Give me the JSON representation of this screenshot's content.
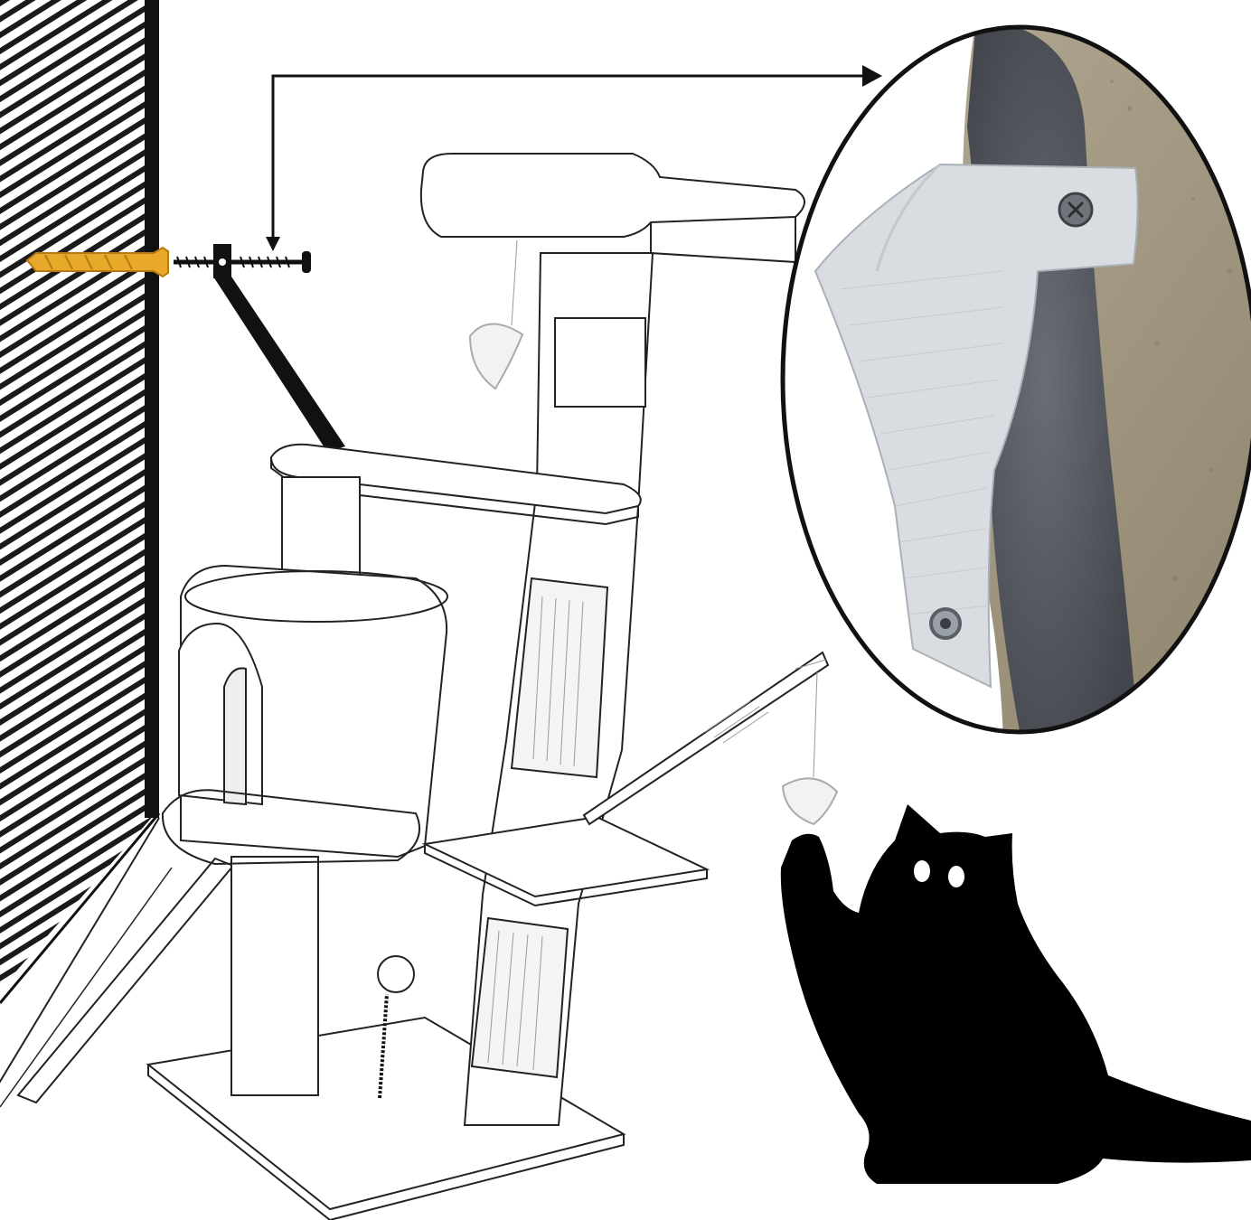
{
  "diagram": {
    "parts": [
      {
        "id": "wall",
        "icon": "striped-wall"
      },
      {
        "id": "wall-plug",
        "icon": "yellow-anchor-icon"
      },
      {
        "id": "screw",
        "icon": "screw-icon"
      },
      {
        "id": "wall-bracket-strap",
        "icon": "strap-icon"
      },
      {
        "id": "cat-tree",
        "icon": "cat-tree-outline"
      },
      {
        "id": "detail-callout",
        "icon": "magnified-strap-photo"
      },
      {
        "id": "cat-silhouette",
        "icon": "cat-icon"
      }
    ],
    "colors": {
      "outline": "#222222",
      "wall_stripe": "#1a1a1a",
      "anchor": "#e8a92a",
      "strap": "#d9dde2",
      "fur": "#5b5e66",
      "wall_texture": "#a89c84",
      "cat": "#000000"
    }
  }
}
